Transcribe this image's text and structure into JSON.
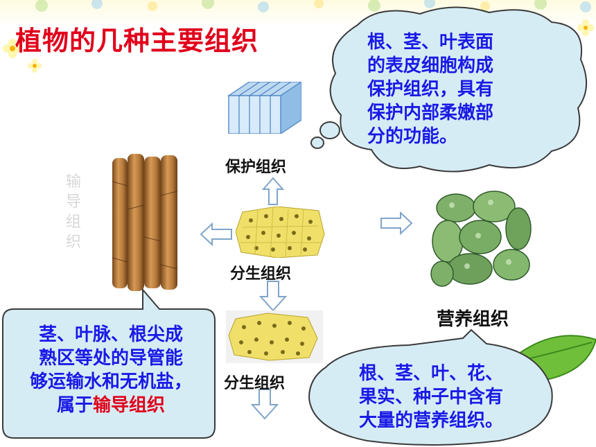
{
  "title": "植物的几种主要组织",
  "labels": {
    "protective": "保护组织",
    "meristem_top": "分生组织",
    "meristem_bottom": "分生组织",
    "nutrient": "营养组织",
    "conductive_vertical": [
      "输",
      "导",
      "组",
      "织"
    ]
  },
  "bubbles": {
    "protective": [
      "根、茎、叶表面",
      "的表皮细胞构成",
      "保护组织，具有",
      "保护内部柔嫩部",
      "分的功能。"
    ],
    "conductive": {
      "lines": [
        "茎、叶脉、根尖成",
        "熟区等处的导管能",
        "够运输水和无机盐，"
      ],
      "last_prefix": "属于",
      "last_highlight": "输导组织"
    },
    "nutrient": [
      "根、茎、叶、花、",
      "果实、种子中含有",
      "大量的营养组织。"
    ]
  },
  "colors": {
    "title": "#e0001b",
    "bubble_text": "#1a1ae6",
    "bubble_fill": "#d6ecf4",
    "highlight": "#e0001b"
  },
  "icons": [
    "arrow-up-icon",
    "arrow-left-icon",
    "arrow-right-icon",
    "arrow-down-icon",
    "flower-icon",
    "leaf-icon"
  ]
}
